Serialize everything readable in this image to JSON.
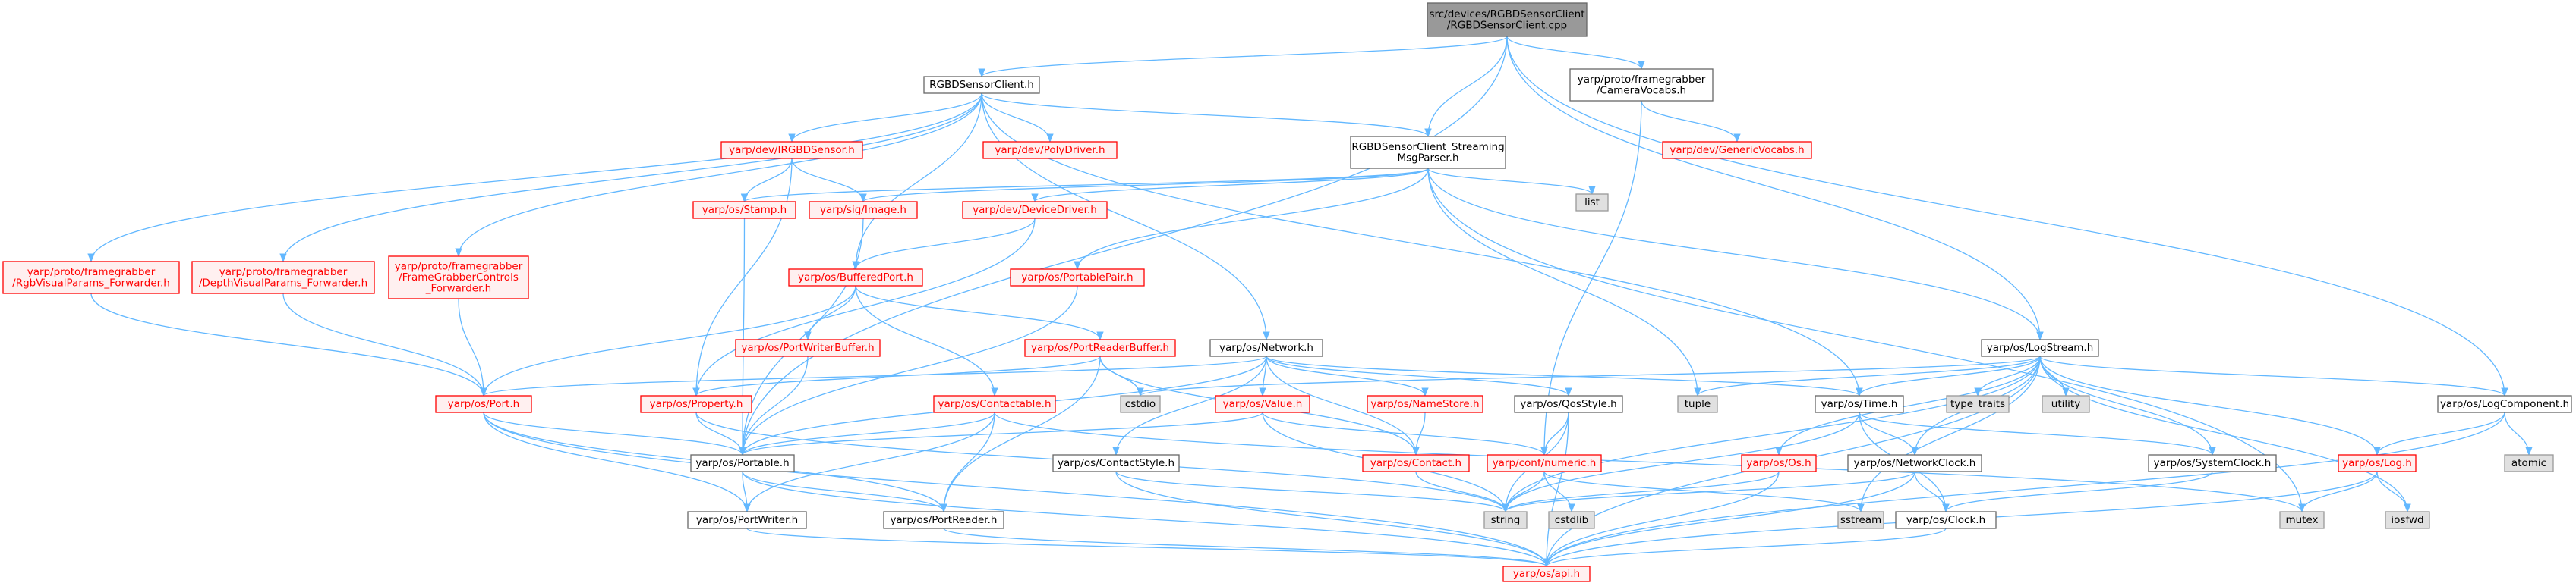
{
  "colors": {
    "edge": "#63b8ff",
    "root_fill": "#999999",
    "root_stroke": "#666666",
    "doc_fill": "#ffffff",
    "doc_stroke": "#666666",
    "undoc_fill": "#fff0f0",
    "undoc_stroke": "#ff0000",
    "undoc_text": "#ff0000",
    "sys_fill": "#e0e0e0",
    "sys_stroke": "#999999",
    "text": "#000000"
  },
  "nodes": [
    {
      "id": "root",
      "kind": "root",
      "lines": [
        "src/devices/RGBDSensorClient",
        "/RGBDSensorClient.cpp"
      ]
    },
    {
      "id": "client_h",
      "kind": "doc",
      "lines": [
        "RGBDSensorClient.h"
      ]
    },
    {
      "id": "cam_vocabs",
      "kind": "doc",
      "lines": [
        "yarp/proto/framegrabber",
        "/CameraVocabs.h"
      ]
    },
    {
      "id": "generic_vocabs",
      "kind": "undoc",
      "lines": [
        "yarp/dev/GenericVocabs.h"
      ]
    },
    {
      "id": "irgbd",
      "kind": "undoc",
      "lines": [
        "yarp/dev/IRGBDSensor.h"
      ]
    },
    {
      "id": "polydriver",
      "kind": "undoc",
      "lines": [
        "yarp/dev/PolyDriver.h"
      ]
    },
    {
      "id": "streaming",
      "kind": "doc",
      "lines": [
        "RGBDSensorClient_Streaming",
        "MsgParser.h"
      ]
    },
    {
      "id": "stamp",
      "kind": "undoc",
      "lines": [
        "yarp/os/Stamp.h"
      ]
    },
    {
      "id": "image",
      "kind": "undoc",
      "lines": [
        "yarp/sig/Image.h"
      ]
    },
    {
      "id": "devicedriver",
      "kind": "undoc",
      "lines": [
        "yarp/dev/DeviceDriver.h"
      ]
    },
    {
      "id": "list",
      "kind": "sys",
      "lines": [
        "list"
      ]
    },
    {
      "id": "rgbvisual",
      "kind": "undoc",
      "lines": [
        "yarp/proto/framegrabber",
        "/RgbVisualParams_Forwarder.h"
      ]
    },
    {
      "id": "depthvisual",
      "kind": "undoc",
      "lines": [
        "yarp/proto/framegrabber",
        "/DepthVisualParams_Forwarder.h"
      ]
    },
    {
      "id": "fgcontrols",
      "kind": "undoc",
      "lines": [
        "yarp/proto/framegrabber",
        "/FrameGrabberControls",
        "_Forwarder.h"
      ]
    },
    {
      "id": "bufferedport",
      "kind": "undoc",
      "lines": [
        "yarp/os/BufferedPort.h"
      ]
    },
    {
      "id": "portablepair",
      "kind": "undoc",
      "lines": [
        "yarp/os/PortablePair.h"
      ]
    },
    {
      "id": "portwriterbuffer",
      "kind": "undoc",
      "lines": [
        "yarp/os/PortWriterBuffer.h"
      ]
    },
    {
      "id": "portreaderbuffer",
      "kind": "undoc",
      "lines": [
        "yarp/os/PortReaderBuffer.h"
      ]
    },
    {
      "id": "network",
      "kind": "doc",
      "lines": [
        "yarp/os/Network.h"
      ]
    },
    {
      "id": "logstream",
      "kind": "doc",
      "lines": [
        "yarp/os/LogStream.h"
      ]
    },
    {
      "id": "port",
      "kind": "undoc",
      "lines": [
        "yarp/os/Port.h"
      ]
    },
    {
      "id": "property",
      "kind": "undoc",
      "lines": [
        "yarp/os/Property.h"
      ]
    },
    {
      "id": "contactable",
      "kind": "undoc",
      "lines": [
        "yarp/os/Contactable.h"
      ]
    },
    {
      "id": "cstdio",
      "kind": "sys",
      "lines": [
        "cstdio"
      ]
    },
    {
      "id": "value",
      "kind": "undoc",
      "lines": [
        "yarp/os/Value.h"
      ]
    },
    {
      "id": "namestore",
      "kind": "undoc",
      "lines": [
        "yarp/os/NameStore.h"
      ]
    },
    {
      "id": "qosstyle",
      "kind": "doc",
      "lines": [
        "yarp/os/QosStyle.h"
      ]
    },
    {
      "id": "tuple",
      "kind": "sys",
      "lines": [
        "tuple"
      ]
    },
    {
      "id": "time",
      "kind": "doc",
      "lines": [
        "yarp/os/Time.h"
      ]
    },
    {
      "id": "type_traits",
      "kind": "sys",
      "lines": [
        "type_traits"
      ]
    },
    {
      "id": "utility",
      "kind": "sys",
      "lines": [
        "utility"
      ]
    },
    {
      "id": "logcomponent",
      "kind": "doc",
      "lines": [
        "yarp/os/LogComponent.h"
      ]
    },
    {
      "id": "portable",
      "kind": "doc",
      "lines": [
        "yarp/os/Portable.h"
      ]
    },
    {
      "id": "contactstyle",
      "kind": "doc",
      "lines": [
        "yarp/os/ContactStyle.h"
      ]
    },
    {
      "id": "contact",
      "kind": "undoc",
      "lines": [
        "yarp/os/Contact.h"
      ]
    },
    {
      "id": "numeric",
      "kind": "undoc",
      "lines": [
        "yarp/conf/numeric.h"
      ]
    },
    {
      "id": "os_h",
      "kind": "undoc",
      "lines": [
        "yarp/os/Os.h"
      ]
    },
    {
      "id": "networkclock",
      "kind": "doc",
      "lines": [
        "yarp/os/NetworkClock.h"
      ]
    },
    {
      "id": "systemclock",
      "kind": "doc",
      "lines": [
        "yarp/os/SystemClock.h"
      ]
    },
    {
      "id": "log",
      "kind": "undoc",
      "lines": [
        "yarp/os/Log.h"
      ]
    },
    {
      "id": "atomic",
      "kind": "sys",
      "lines": [
        "atomic"
      ]
    },
    {
      "id": "portwriter",
      "kind": "doc",
      "lines": [
        "yarp/os/PortWriter.h"
      ]
    },
    {
      "id": "portreader",
      "kind": "doc",
      "lines": [
        "yarp/os/PortReader.h"
      ]
    },
    {
      "id": "string",
      "kind": "sys",
      "lines": [
        "string"
      ]
    },
    {
      "id": "cstdlib",
      "kind": "sys",
      "lines": [
        "cstdlib"
      ]
    },
    {
      "id": "sstream",
      "kind": "sys",
      "lines": [
        "sstream"
      ]
    },
    {
      "id": "clock",
      "kind": "doc",
      "lines": [
        "yarp/os/Clock.h"
      ]
    },
    {
      "id": "mutex",
      "kind": "sys",
      "lines": [
        "mutex"
      ]
    },
    {
      "id": "iosfwd",
      "kind": "sys",
      "lines": [
        "iosfwd"
      ]
    },
    {
      "id": "api",
      "kind": "undoc",
      "lines": [
        "yarp/os/api.h"
      ]
    }
  ],
  "edges": [
    [
      "root",
      "client_h"
    ],
    [
      "root",
      "cam_vocabs"
    ],
    [
      "root",
      "streaming"
    ],
    [
      "root",
      "portable"
    ],
    [
      "root",
      "logstream"
    ],
    [
      "root",
      "logcomponent"
    ],
    [
      "cam_vocabs",
      "generic_vocabs"
    ],
    [
      "cam_vocabs",
      "numeric"
    ],
    [
      "client_h",
      "irgbd"
    ],
    [
      "client_h",
      "polydriver"
    ],
    [
      "client_h",
      "streaming"
    ],
    [
      "client_h",
      "rgbvisual"
    ],
    [
      "client_h",
      "depthvisual"
    ],
    [
      "client_h",
      "fgcontrols"
    ],
    [
      "client_h",
      "bufferedport"
    ],
    [
      "client_h",
      "network"
    ],
    [
      "client_h",
      "time"
    ],
    [
      "irgbd",
      "stamp"
    ],
    [
      "irgbd",
      "image"
    ],
    [
      "irgbd",
      "property"
    ],
    [
      "streaming",
      "stamp"
    ],
    [
      "streaming",
      "image"
    ],
    [
      "streaming",
      "devicedriver"
    ],
    [
      "streaming",
      "list"
    ],
    [
      "streaming",
      "portablepair"
    ],
    [
      "streaming",
      "logstream"
    ],
    [
      "streaming",
      "tuple"
    ],
    [
      "streaming",
      "mutex"
    ],
    [
      "stamp",
      "portable"
    ],
    [
      "image",
      "portable"
    ],
    [
      "devicedriver",
      "bufferedport"
    ],
    [
      "devicedriver",
      "property"
    ],
    [
      "rgbvisual",
      "port"
    ],
    [
      "depthvisual",
      "port"
    ],
    [
      "fgcontrols",
      "port"
    ],
    [
      "bufferedport",
      "port"
    ],
    [
      "bufferedport",
      "portwriterbuffer"
    ],
    [
      "bufferedport",
      "portreaderbuffer"
    ],
    [
      "bufferedport",
      "contactable"
    ],
    [
      "portablepair",
      "portable"
    ],
    [
      "portwriterbuffer",
      "portable"
    ],
    [
      "portreaderbuffer",
      "property"
    ],
    [
      "portreaderbuffer",
      "portreader"
    ],
    [
      "portreaderbuffer",
      "cstdio"
    ],
    [
      "portreaderbuffer",
      "contact"
    ],
    [
      "network",
      "port"
    ],
    [
      "network",
      "contact"
    ],
    [
      "network",
      "value"
    ],
    [
      "network",
      "namestore"
    ],
    [
      "network",
      "qosstyle"
    ],
    [
      "network",
      "time"
    ],
    [
      "network",
      "contactstyle"
    ],
    [
      "network",
      "portable"
    ],
    [
      "logstream",
      "cstdio"
    ],
    [
      "logstream",
      "tuple"
    ],
    [
      "logstream",
      "time"
    ],
    [
      "logstream",
      "type_traits"
    ],
    [
      "logstream",
      "utility"
    ],
    [
      "logstream",
      "logcomponent"
    ],
    [
      "logstream",
      "log"
    ],
    [
      "logstream",
      "iosfwd"
    ],
    [
      "logstream",
      "os_h"
    ],
    [
      "logstream",
      "networkclock"
    ],
    [
      "logstream",
      "systemclock"
    ],
    [
      "logstream",
      "string"
    ],
    [
      "logstream",
      "sstream"
    ],
    [
      "logstream",
      "api"
    ],
    [
      "port",
      "portable"
    ],
    [
      "port",
      "portwriter"
    ],
    [
      "port",
      "portreader"
    ],
    [
      "port",
      "api"
    ],
    [
      "property",
      "portable"
    ],
    [
      "property",
      "string"
    ],
    [
      "contactable",
      "portable"
    ],
    [
      "contactable",
      "portwriter"
    ],
    [
      "contactable",
      "portreader"
    ],
    [
      "contactable",
      "mutex"
    ],
    [
      "value",
      "portable"
    ],
    [
      "value",
      "numeric"
    ],
    [
      "value",
      "string"
    ],
    [
      "namestore",
      "contact"
    ],
    [
      "qosstyle",
      "numeric"
    ],
    [
      "qosstyle",
      "string"
    ],
    [
      "qosstyle",
      "api"
    ],
    [
      "time",
      "networkclock"
    ],
    [
      "time",
      "systemclock"
    ],
    [
      "time",
      "clock"
    ],
    [
      "time",
      "string"
    ],
    [
      "logcomponent",
      "atomic"
    ],
    [
      "logcomponent",
      "log"
    ],
    [
      "logcomponent",
      "api"
    ],
    [
      "portable",
      "portwriter"
    ],
    [
      "portable",
      "portreader"
    ],
    [
      "portable",
      "api"
    ],
    [
      "contactstyle",
      "string"
    ],
    [
      "contactstyle",
      "api"
    ],
    [
      "contact",
      "string"
    ],
    [
      "numeric",
      "string"
    ],
    [
      "numeric",
      "cstdlib"
    ],
    [
      "numeric",
      "sstream"
    ],
    [
      "os_h",
      "string"
    ],
    [
      "os_h",
      "api"
    ],
    [
      "networkclock",
      "clock"
    ],
    [
      "networkclock",
      "string"
    ],
    [
      "networkclock",
      "api"
    ],
    [
      "systemclock",
      "clock"
    ],
    [
      "log",
      "mutex"
    ],
    [
      "log",
      "iosfwd"
    ],
    [
      "log",
      "api"
    ],
    [
      "portwriter",
      "api"
    ],
    [
      "portreader",
      "api"
    ],
    [
      "clock",
      "api"
    ]
  ]
}
